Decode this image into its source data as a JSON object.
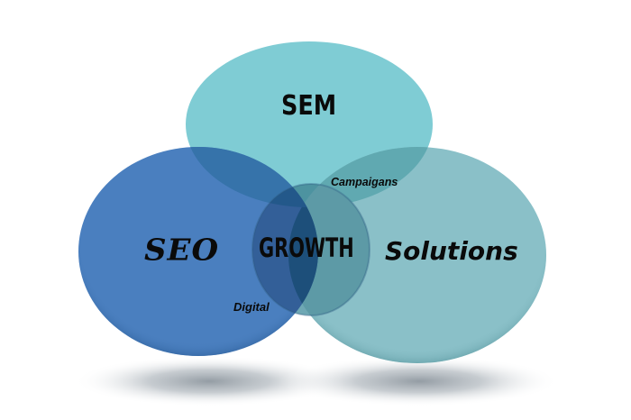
{
  "diagram": {
    "type": "venn",
    "sets": [
      {
        "id": "sem",
        "label": "SEM",
        "color": "#7fccd4"
      },
      {
        "id": "seo",
        "label": "SEO",
        "color": "#4a7fbf"
      },
      {
        "id": "solutions",
        "label": "Solutions",
        "color": "#8ac0c8"
      }
    ],
    "center": {
      "label": "GROWTH",
      "color": "#1f4f7a"
    },
    "intersections": {
      "sem_solutions": {
        "label": "Campaigans",
        "color": "#60a9b1"
      },
      "seo_solutions": {
        "label": "Digital",
        "color": "#2f6a8f"
      },
      "seo_sem": {
        "label": "",
        "color": "#3673aa"
      }
    },
    "background": "#ffffff"
  }
}
